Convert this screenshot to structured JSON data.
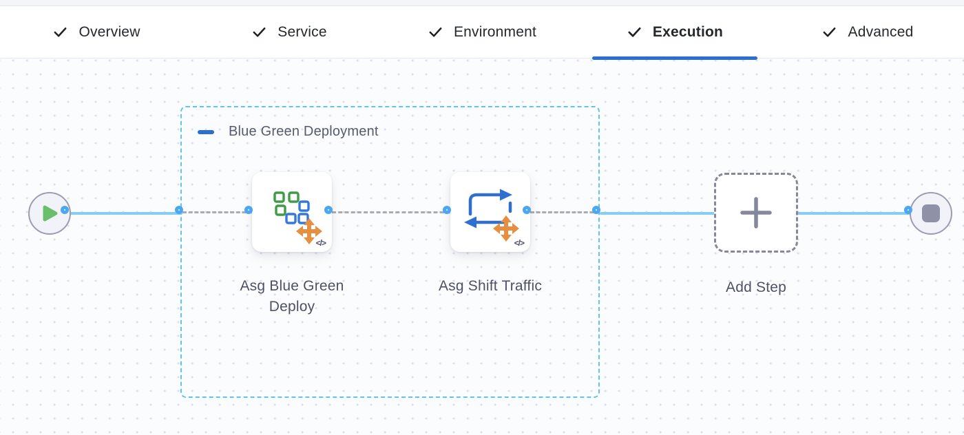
{
  "colors": {
    "accent_blue": "#2a6fd1",
    "port_blue": "#4aa7f0",
    "line_blue": "#85cdf4",
    "stage_border_blue": "#5ec5ee",
    "connector_gray": "#a9aab6",
    "node_border_gray": "#9a9cb2",
    "node_fill": "#f2f3f9",
    "icon_green": "#3f9b45",
    "play_green": "#6abf69",
    "icon_orange": "#e78f41",
    "tab_text": "#24272c",
    "label_gray": "#4e5166",
    "stage_label_gray": "#565a6e",
    "add_gray": "#85879c",
    "stop_gray": "#8f91a6"
  },
  "tabs": {
    "items": [
      {
        "label": "Overview",
        "completed": true,
        "active": false
      },
      {
        "label": "Service",
        "completed": true,
        "active": false
      },
      {
        "label": "Environment",
        "completed": true,
        "active": false
      },
      {
        "label": "Execution",
        "completed": true,
        "active": true
      },
      {
        "label": "Advanced",
        "completed": true,
        "active": false
      }
    ]
  },
  "pipeline": {
    "stage_group": {
      "label": "Blue Green Deployment",
      "expanded": true,
      "collapse_icon": "minus-icon"
    },
    "start_node": {
      "icon": "play-icon"
    },
    "end_node": {
      "icon": "stop-icon"
    },
    "steps": [
      {
        "label": "Asg Blue Green Deploy",
        "icon": "deploy-squares-icon",
        "badge": "</>"
      },
      {
        "label": "Asg Shift Traffic",
        "icon": "shift-traffic-arrows-icon",
        "badge": "</>"
      }
    ],
    "add_step": {
      "label": "Add Step",
      "icon": "plus-icon"
    }
  }
}
